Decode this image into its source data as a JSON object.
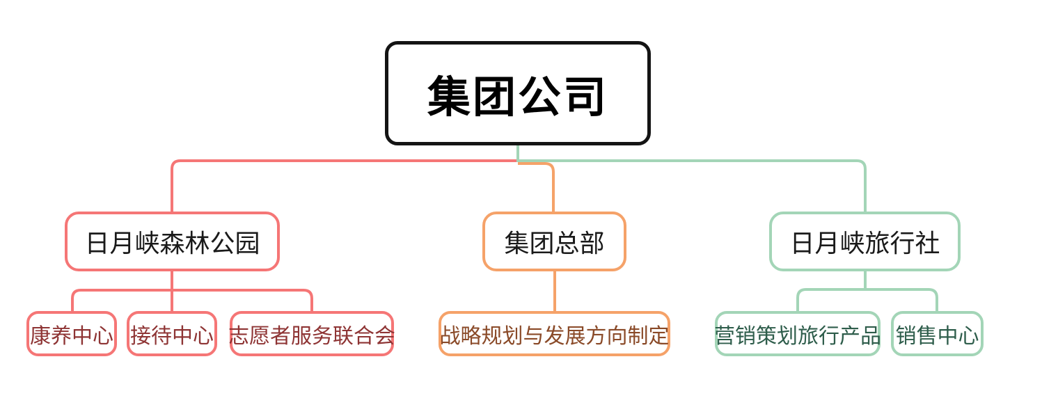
{
  "page": {
    "background": "#ffffff"
  },
  "palette": {
    "root_border": "#141414",
    "root_text": "#000000",
    "branch_text": "#1a1a1a",
    "red_line": "#f57676",
    "red_text": "#8e3434",
    "orange_line": "#f5a269",
    "orange_text": "#8a4a28",
    "green_line": "#a3d5b7",
    "green_text": "#2e5d4b"
  },
  "diagram": {
    "type": "org-chart-mindmap",
    "root": {
      "label": "集团公司"
    },
    "branches": [
      {
        "label": "日月峡森林公园",
        "color": "red",
        "children": [
          "康养中心",
          "接待中心",
          "志愿者服务联合会"
        ]
      },
      {
        "label": "集团总部",
        "color": "orange",
        "children": [
          "战略规划与发展方向制定"
        ]
      },
      {
        "label": "日月峡旅行社",
        "color": "green",
        "children": [
          "营销策划旅行产品",
          "销售中心"
        ]
      }
    ]
  }
}
